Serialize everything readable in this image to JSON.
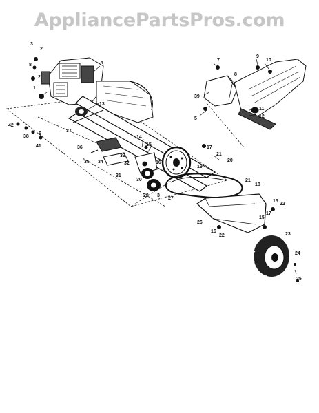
{
  "watermark": "AppliancePartsPros.com",
  "colors": {
    "ink": "#111111",
    "watermark": "#c6c6c6",
    "background": "#ffffff"
  },
  "callouts": [
    {
      "id": "c3a",
      "text": "3"
    },
    {
      "id": "c2a",
      "text": "2"
    },
    {
      "id": "c8a",
      "text": "8"
    },
    {
      "id": "c2b",
      "text": "2"
    },
    {
      "id": "c4",
      "text": "4"
    },
    {
      "id": "c1",
      "text": "1"
    },
    {
      "id": "c13",
      "text": "13"
    },
    {
      "id": "c37",
      "text": "37"
    },
    {
      "id": "c42",
      "text": "42"
    },
    {
      "id": "c38",
      "text": "38"
    },
    {
      "id": "c6",
      "text": "6"
    },
    {
      "id": "c41",
      "text": "41"
    },
    {
      "id": "c36",
      "text": "36"
    },
    {
      "id": "c35",
      "text": "35"
    },
    {
      "id": "c34",
      "text": "34"
    },
    {
      "id": "c33",
      "text": "33"
    },
    {
      "id": "c32",
      "text": "32"
    },
    {
      "id": "c31",
      "text": "31"
    },
    {
      "id": "c14",
      "text": "14"
    },
    {
      "id": "c15a",
      "text": "15"
    },
    {
      "id": "c30",
      "text": "30"
    },
    {
      "id": "c29",
      "text": "29"
    },
    {
      "id": "c3b",
      "text": "3"
    },
    {
      "id": "c16a",
      "text": "16"
    },
    {
      "id": "c7",
      "text": "7"
    },
    {
      "id": "c9",
      "text": "9"
    },
    {
      "id": "c10",
      "text": "10"
    },
    {
      "id": "c8b",
      "text": "8"
    },
    {
      "id": "c39",
      "text": "39"
    },
    {
      "id": "c5",
      "text": "5"
    },
    {
      "id": "c11",
      "text": "11"
    },
    {
      "id": "c12",
      "text": "12"
    },
    {
      "id": "c17a",
      "text": "17"
    },
    {
      "id": "c21a",
      "text": "21"
    },
    {
      "id": "c20",
      "text": "20"
    },
    {
      "id": "c19",
      "text": "19"
    },
    {
      "id": "c27",
      "text": "27"
    },
    {
      "id": "c21b",
      "text": "21"
    },
    {
      "id": "c18",
      "text": "18"
    },
    {
      "id": "c15b",
      "text": "15"
    },
    {
      "id": "c22a",
      "text": "22"
    },
    {
      "id": "c26",
      "text": "26"
    },
    {
      "id": "c16b",
      "text": "16"
    },
    {
      "id": "c22b",
      "text": "22"
    },
    {
      "id": "c15c",
      "text": "15"
    },
    {
      "id": "c17b",
      "text": "17"
    },
    {
      "id": "c23",
      "text": "23"
    },
    {
      "id": "c24",
      "text": "24"
    },
    {
      "id": "c25",
      "text": "25"
    }
  ]
}
